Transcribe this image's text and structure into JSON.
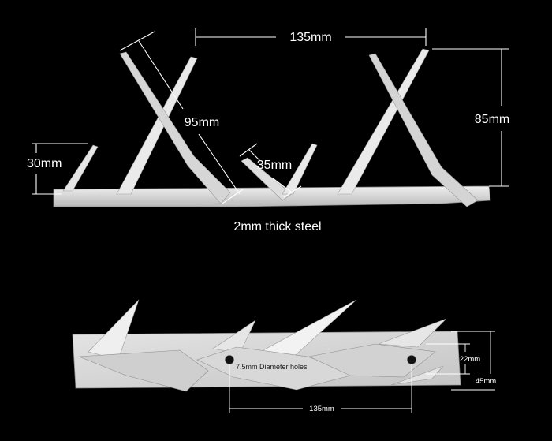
{
  "top_view": {
    "width_label": "135mm",
    "height_label": "85mm",
    "diagonal_label": "95mm",
    "small_spike_label": "35mm",
    "end_spike_label": "30mm",
    "material_label": "2mm thick steel"
  },
  "bottom_view": {
    "holes_label": "7.5mm Diameter holes",
    "spacing_label": "135mm",
    "inner_height_label": "22mm",
    "outer_height_label": "45mm"
  },
  "colors": {
    "background": "#000000",
    "steel": "#dcdcdc",
    "steel_shadow": "#9a9a9a",
    "dimension_lines": "#ffffff"
  }
}
